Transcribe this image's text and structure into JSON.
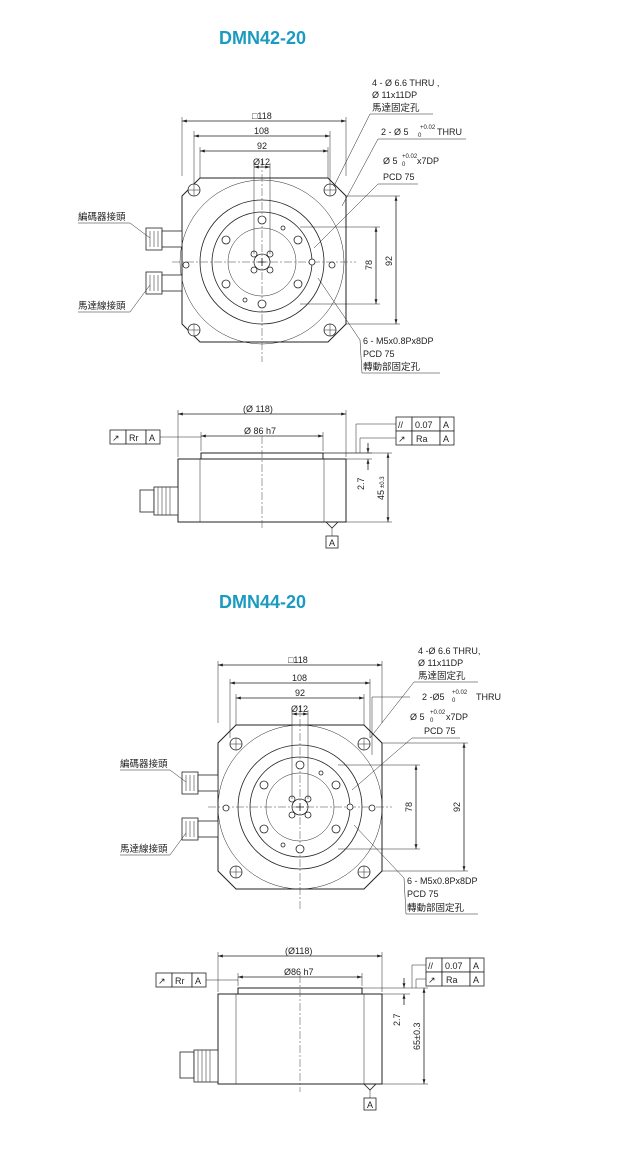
{
  "diagrams": [
    {
      "title": "DMN42-20",
      "top": {
        "dim_square": "□118",
        "dim_108": "108",
        "dim_92": "92",
        "dim_12": "Ø12",
        "dim_78": "78",
        "dim_92_v": "92",
        "note_mount_1": "4 - Ø 6.6 THRU ,",
        "note_mount_2": "Ø 11x11DP",
        "note_mount_3": "馬達固定孔",
        "note_thru_prefix": "2 - Ø 5",
        "note_thru_tol_top": "+0.02",
        "note_thru_tol_bot": "0",
        "note_thru_suffix": "THRU",
        "note_dp_prefix": "Ø 5",
        "note_dp_tol_top": "+0.02",
        "note_dp_tol_bot": "0",
        "note_dp_suffix": "x7DP",
        "note_pcd": "PCD 75",
        "note_rot_1": "6 - M5x0.8Px8DP",
        "note_rot_2": "PCD 75",
        "note_rot_3": "轉動部固定孔",
        "label_encoder": "編碼器接頭",
        "label_motor": "馬達線接頭"
      },
      "side": {
        "dim_dia": "(Ø 118)",
        "dim_86": "Ø 86 h7",
        "dim_27": "2.7",
        "dim_h": "45",
        "dim_h_tol": "±0.3",
        "fcf_left_sym": "↗",
        "fcf_left_val": "Rr",
        "fcf_left_ref": "A",
        "fcf_r1_sym": "//",
        "fcf_r1_val": "0.07",
        "fcf_r1_ref": "A",
        "fcf_r2_sym": "↗",
        "fcf_r2_val": "Ra",
        "fcf_r2_ref": "A",
        "datum": "A"
      }
    },
    {
      "title": "DMN44-20",
      "top": {
        "dim_square": "□118",
        "dim_108": "108",
        "dim_92": "92",
        "dim_12": "Ø12",
        "dim_78": "78",
        "dim_92_v": "92",
        "note_mount_1": "4 -Ø 6.6 THRU,",
        "note_mount_2": "Ø 11x11DP",
        "note_mount_3": "馬達固定孔",
        "note_thru_prefix": "2 -Ø5",
        "note_thru_tol_top": "+0.02",
        "note_thru_tol_bot": "0",
        "note_thru_suffix": "THRU",
        "note_dp_prefix": "Ø 5",
        "note_dp_tol_top": "+0.02",
        "note_dp_tol_bot": "0",
        "note_dp_suffix": "x7DP",
        "note_pcd": "PCD 75",
        "note_rot_1": "6 - M5x0.8Px8DP",
        "note_rot_2": "PCD 75",
        "note_rot_3": "轉動部固定孔",
        "label_encoder": "編碼器接頭",
        "label_motor": "馬達線接頭"
      },
      "side": {
        "dim_dia": "(Ø118)",
        "dim_86": "Ø86 h7",
        "dim_27": "2.7",
        "dim_h": "65±0.3",
        "dim_h_tol": "",
        "fcf_left_sym": "↗",
        "fcf_left_val": "Rr",
        "fcf_left_ref": "A",
        "fcf_r1_sym": "//",
        "fcf_r1_val": "0.07",
        "fcf_r1_ref": "A",
        "fcf_r2_sym": "↗",
        "fcf_r2_val": "Ra",
        "fcf_r2_ref": "A",
        "datum": "A"
      }
    }
  ],
  "colors": {
    "title": "#1a9bbf",
    "line": "#222222"
  }
}
